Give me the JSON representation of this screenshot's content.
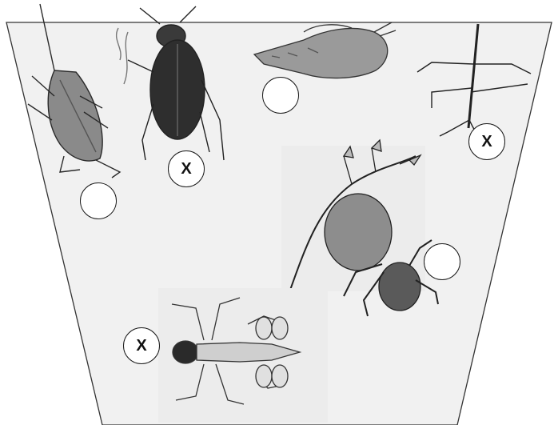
{
  "diagram": {
    "colors": {
      "background": "#ffffff",
      "funnel_fill": "#f1f1f1",
      "funnel_stroke": "#333333",
      "photo_panel": "#ececec",
      "ink": "#1a1a1a"
    },
    "organisms": [
      {
        "id": "water-scorpion",
        "icon": "water-scorpion-icon",
        "marker": ""
      },
      {
        "id": "diving-beetle",
        "icon": "diving-beetle-icon",
        "marker": "X"
      },
      {
        "id": "pond-snail",
        "icon": "pond-snail-icon",
        "marker": ""
      },
      {
        "id": "water-measurer",
        "icon": "water-measurer-icon",
        "marker": "X"
      },
      {
        "id": "water-spider",
        "icon": "water-spider-icon",
        "marker": ""
      },
      {
        "id": "dragonfly-nymph",
        "icon": "dragonfly-nymph-icon",
        "marker": "X"
      }
    ]
  }
}
